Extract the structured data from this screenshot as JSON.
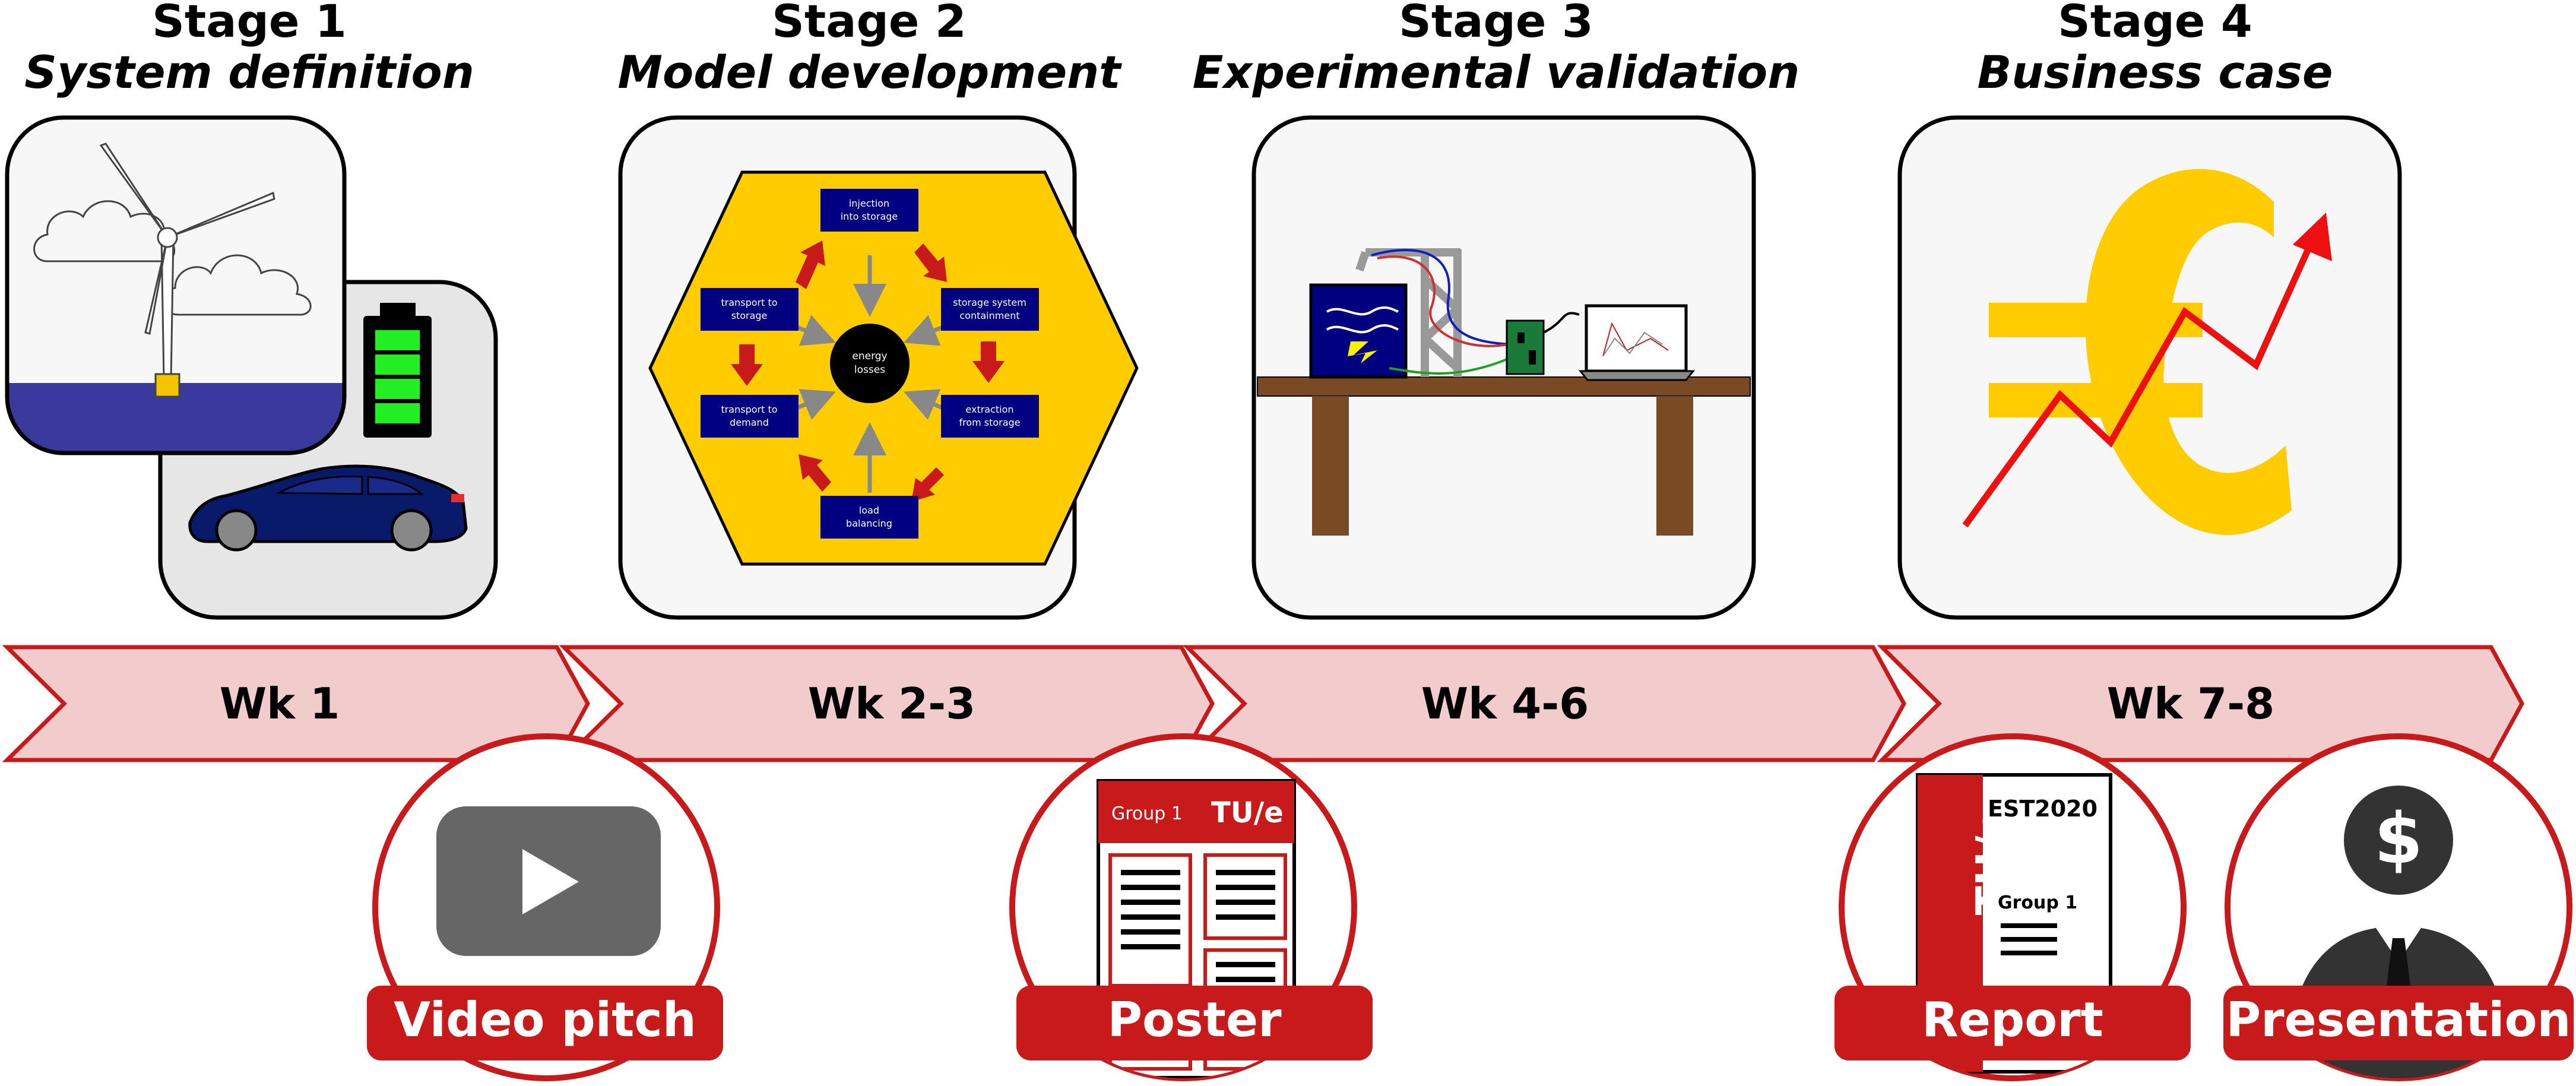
{
  "stages": [
    {
      "number": "Stage 1",
      "name": "System definition"
    },
    {
      "number": "Stage 2",
      "name": "Model development"
    },
    {
      "number": "Stage 3",
      "name": "Experimental validation"
    },
    {
      "number": "Stage 4",
      "name": "Business case"
    }
  ],
  "timeline": {
    "weeks": [
      "Wk 1",
      "Wk 2-3",
      "Wk 4-6",
      "Wk 7-8"
    ]
  },
  "deliverables": [
    {
      "label": "Video pitch",
      "icon": "play-icon"
    },
    {
      "label": "Poster",
      "icon": "poster-icon"
    },
    {
      "label": "Report",
      "icon": "report-icon"
    },
    {
      "label": "Presentation",
      "icon": "presenter-icon"
    }
  ],
  "model_diagram": {
    "center": [
      "energy",
      "losses"
    ],
    "boxes": {
      "injection": [
        "injection",
        "into storage"
      ],
      "transport_storage": [
        "transport to",
        "storage"
      ],
      "containment": [
        "storage system",
        "containment"
      ],
      "transport_demand": [
        "transport to",
        "demand"
      ],
      "extraction": [
        "extraction",
        "from storage"
      ],
      "balancing": [
        "load",
        "balancing"
      ]
    }
  },
  "poster": {
    "group": "Group 1",
    "logo": "TU/e"
  },
  "report": {
    "logo": "TU/e",
    "code": "EST2020",
    "group": "Group 1"
  },
  "colors": {
    "accent_red": "#c81a1a",
    "arrow_fill": "#f2cccc",
    "hexagon": "#ffcc00",
    "box_navy": "#000080",
    "euro_gold": "#ffcc00",
    "sea_blue": "#3a3a9c",
    "car_navy": "#0a1a6a",
    "battery_green": "#22ee22",
    "wood_brown": "#7a4a25",
    "icon_panel": "#f7f7f7"
  }
}
